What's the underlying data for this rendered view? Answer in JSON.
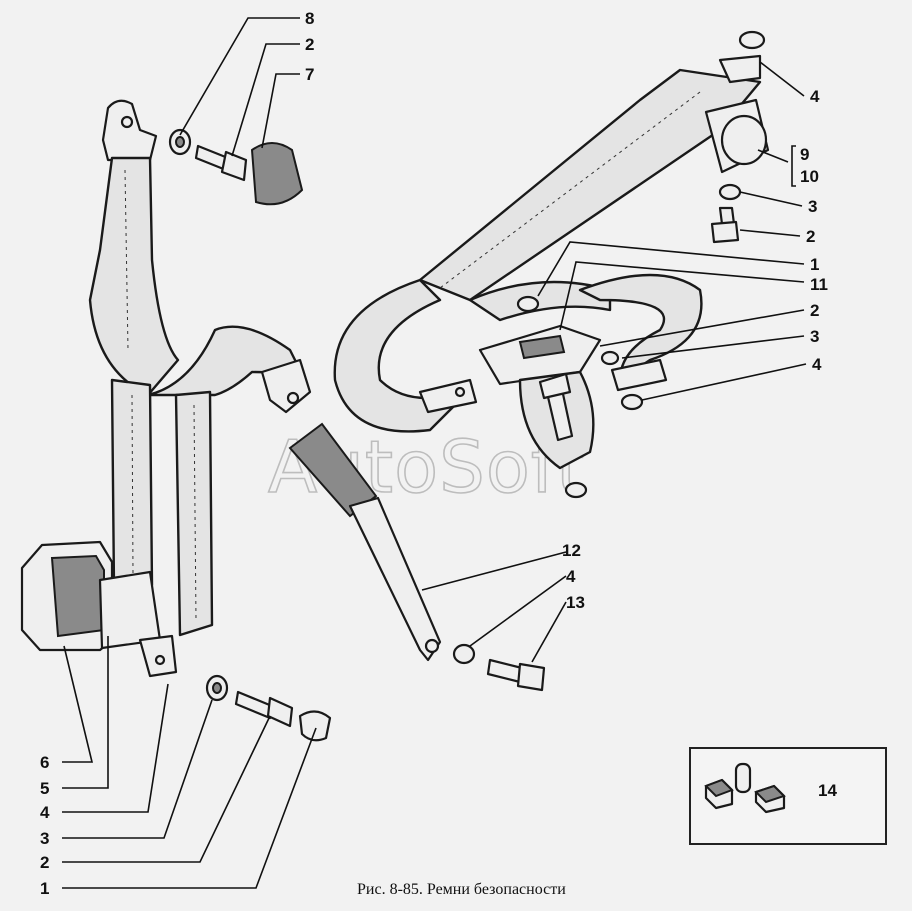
{
  "figure": {
    "caption": "Рис. 8-85. Ремни безопасности",
    "watermark": "AutoSoft"
  },
  "callouts_left": [
    {
      "id": "l8",
      "label": "8"
    },
    {
      "id": "l2a",
      "label": "2"
    },
    {
      "id": "l7",
      "label": "7"
    },
    {
      "id": "l6",
      "label": "6"
    },
    {
      "id": "l5",
      "label": "5"
    },
    {
      "id": "l4",
      "label": "4"
    },
    {
      "id": "l3",
      "label": "3"
    },
    {
      "id": "l2b",
      "label": "2"
    },
    {
      "id": "l1",
      "label": "1"
    }
  ],
  "callouts_right": [
    {
      "id": "r4a",
      "label": "4"
    },
    {
      "id": "r9",
      "label": "9"
    },
    {
      "id": "r10",
      "label": "10"
    },
    {
      "id": "r3a",
      "label": "3"
    },
    {
      "id": "r2a",
      "label": "2"
    },
    {
      "id": "r1",
      "label": "1"
    },
    {
      "id": "r11",
      "label": "11"
    },
    {
      "id": "r2b",
      "label": "2"
    },
    {
      "id": "r3b",
      "label": "3"
    },
    {
      "id": "r4b",
      "label": "4"
    },
    {
      "id": "r12",
      "label": "12"
    },
    {
      "id": "r4c",
      "label": "4"
    },
    {
      "id": "r13",
      "label": "13"
    }
  ],
  "kit_box": {
    "label": "14"
  }
}
